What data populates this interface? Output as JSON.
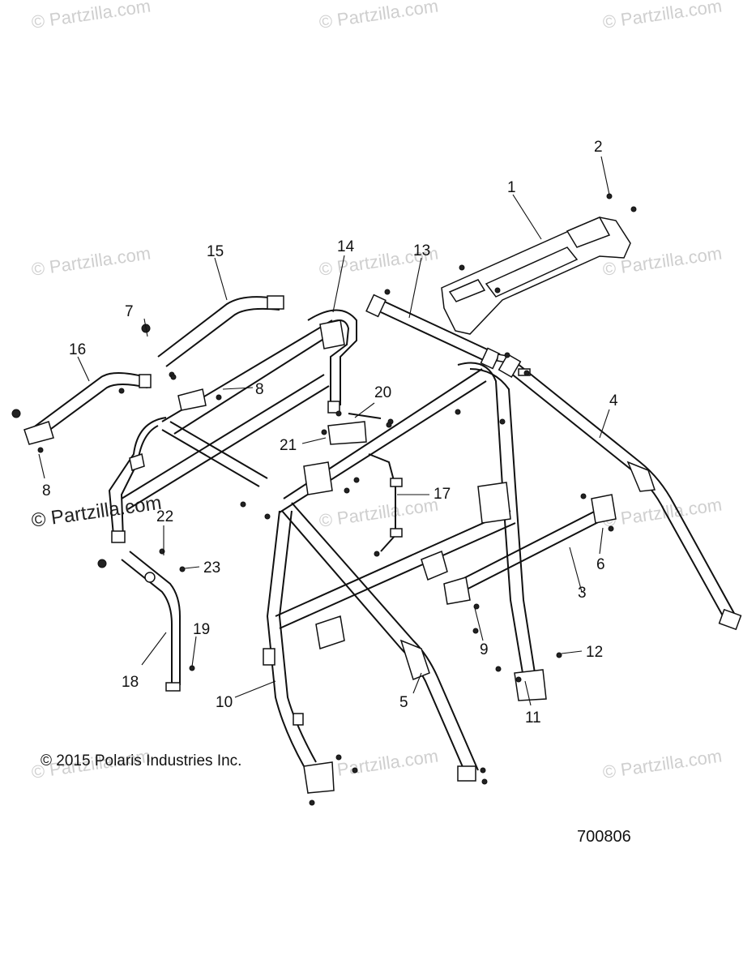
{
  "watermark_text": "© Partzilla.com",
  "callouts": [
    {
      "id": "1",
      "label": "1"
    },
    {
      "id": "2",
      "label": "2"
    },
    {
      "id": "3",
      "label": "3"
    },
    {
      "id": "4",
      "label": "4"
    },
    {
      "id": "5",
      "label": "5"
    },
    {
      "id": "6",
      "label": "6"
    },
    {
      "id": "7",
      "label": "7"
    },
    {
      "id": "8a",
      "label": "8"
    },
    {
      "id": "8b",
      "label": "8"
    },
    {
      "id": "9",
      "label": "9"
    },
    {
      "id": "10",
      "label": "10"
    },
    {
      "id": "11",
      "label": "11"
    },
    {
      "id": "12",
      "label": "12"
    },
    {
      "id": "13",
      "label": "13"
    },
    {
      "id": "14",
      "label": "14"
    },
    {
      "id": "15",
      "label": "15"
    },
    {
      "id": "16",
      "label": "16"
    },
    {
      "id": "17",
      "label": "17"
    },
    {
      "id": "18",
      "label": "18"
    },
    {
      "id": "19",
      "label": "19"
    },
    {
      "id": "20",
      "label": "20"
    },
    {
      "id": "21",
      "label": "21"
    },
    {
      "id": "22",
      "label": "22"
    },
    {
      "id": "23",
      "label": "23"
    }
  ],
  "copyright": "© 2015 Polaris Industries Inc.",
  "drawing_number": "700806"
}
